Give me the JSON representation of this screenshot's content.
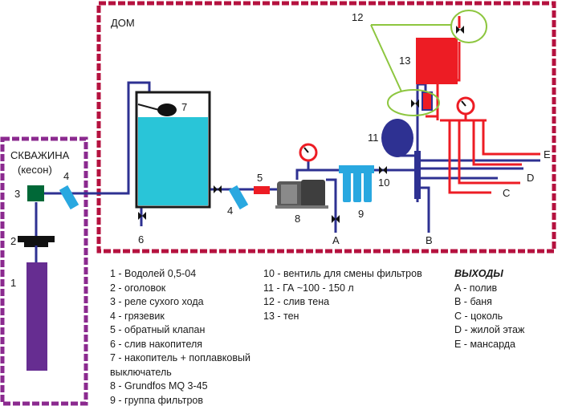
{
  "labels": {
    "house": "ДОМ",
    "well_line1": "СКВАЖИНА",
    "well_line2": "(кесон)",
    "n1": "1",
    "n2": "2",
    "n3": "3",
    "n4a": "4",
    "n4b": "4",
    "n5": "5",
    "n6": "6",
    "n7": "7",
    "n8": "8",
    "n9": "9",
    "n10": "10",
    "n11": "11",
    "n12": "12",
    "n13": "13",
    "outA": "A",
    "outB": "B",
    "outC": "C",
    "outD": "D",
    "outE": "E"
  },
  "legend_col1": [
    "1 - Водолей 0,5-04",
    "2 - оголовок",
    "3 - реле сухого хода",
    "4 - грязевик",
    "5 - обратный клапан",
    "6 - слив накопителя",
    "7 - накопитель + поплавковый выключатель",
    "8 - Grundfos MQ 3-45",
    "9 - группа фильтров"
  ],
  "legend_col2": [
    "10 - вентиль для смены фильтров",
    "11 - ГА ~100 - 150 л",
    "12 - слив тена",
    "13 - тен"
  ],
  "legend_col3_title": "ВЫХОДЫ",
  "legend_col3": [
    "A - полив",
    "B - баня",
    "C - цоколь",
    "D - жилой этаж",
    "E - мансарда"
  ],
  "colors": {
    "pipe_cold": "#2e3192",
    "pipe_hot": "#ed1c24",
    "house_border": "#b5123f",
    "well_border": "#8b2a8f",
    "tank_water": "#29c5d8",
    "filter": "#29a8e0",
    "heater": "#ed1c24",
    "accumulator": "#2e3192",
    "pump_body": "#5a5a5a",
    "well_pump": "#662d91",
    "dry_run_relay": "#006837",
    "highlight": "#8dc63f"
  }
}
